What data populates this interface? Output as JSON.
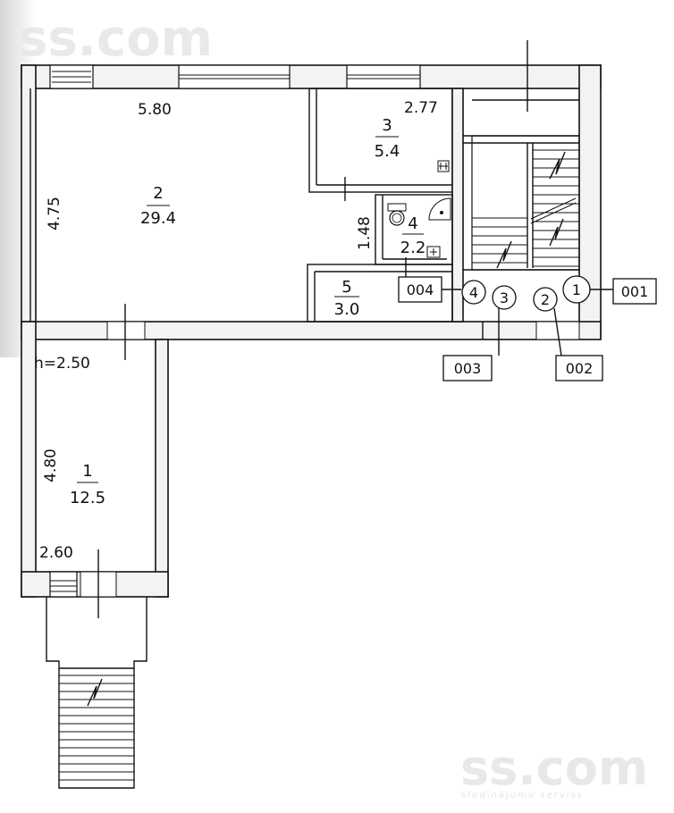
{
  "dimensions": {
    "top_width": "5.80",
    "left_height": "4.75",
    "room3_width": "2.77",
    "toilet_height": "1.48",
    "ceiling_height": "h=2.50",
    "room1_height": "4.80",
    "room1_width": "2.60"
  },
  "rooms": [
    {
      "number": "2",
      "area": "29.4"
    },
    {
      "number": "3",
      "area": "5.4"
    },
    {
      "number": "4",
      "area": "2.2"
    },
    {
      "number": "5",
      "area": "3.0"
    },
    {
      "number": "1",
      "area": "12.5"
    }
  ],
  "section_markers": [
    "1",
    "2",
    "3",
    "4"
  ],
  "callouts": [
    "001",
    "002",
    "003",
    "004"
  ],
  "watermark": {
    "top_text": "ss.com",
    "bottom_text": "ss.com",
    "tagline": "sludinājumu serviss"
  },
  "colors": {
    "ink": "#111111",
    "wall_fill": "#f3f3f3",
    "watermark": "#e6e6e6"
  }
}
